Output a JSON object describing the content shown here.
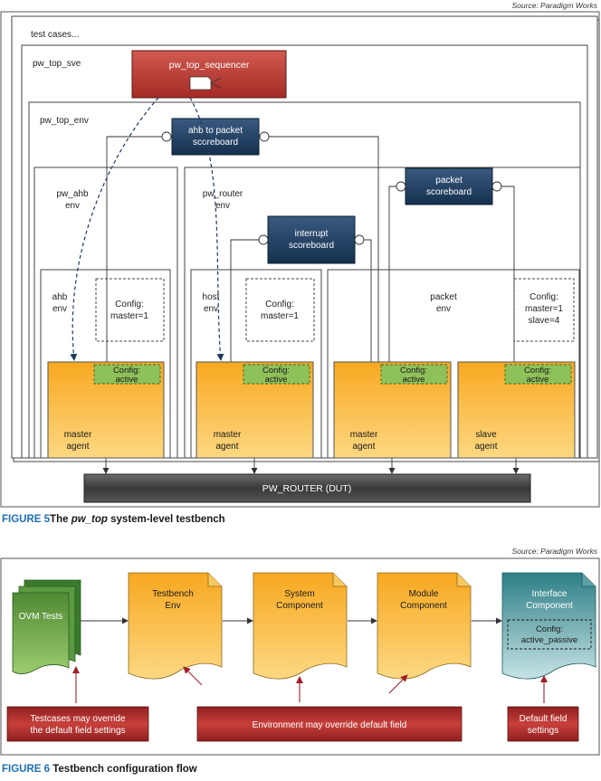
{
  "fig5": {
    "source": "Source: Paradigm Works",
    "caption_label": "FIGURE 5",
    "caption_pre": "The ",
    "caption_em": "pw_top",
    "caption_post": " system-level testbench",
    "test_cases": "test cases...",
    "top_sve": "pw_top_sve",
    "sequencer": "pw_top_sequencer",
    "top_env": "pw_top_env",
    "ahb_sb": [
      "ahb to packet",
      "scoreboard"
    ],
    "ahb_env_outer": [
      "pw_ahb",
      "env"
    ],
    "router_env": [
      "pw_router",
      "env"
    ],
    "packet_sb": [
      "packet",
      "scoreboard"
    ],
    "interrupt_sb": [
      "interrupt",
      "scoreboard"
    ],
    "ahb_env": [
      "ahb",
      "env"
    ],
    "host_env": [
      "host",
      "env"
    ],
    "packet_env": [
      "packet",
      "env"
    ],
    "cfg_master1": [
      "Config:",
      "master=1"
    ],
    "cfg_master1_slave4": [
      "Config:",
      "master=1",
      "slave=4"
    ],
    "cfg_active": [
      "Config:",
      "active"
    ],
    "master_agent": [
      "master",
      "agent"
    ],
    "slave_agent": [
      "slave",
      "agent"
    ],
    "dut": "PW_ROUTER (DUT)"
  },
  "fig6": {
    "source": "Source: Paradigm Works",
    "caption_label": "FIGURE 6",
    "caption_text": " Testbench configuration flow",
    "ovm_tests": "OVM Tests",
    "testbench_env": [
      "Testbench",
      "Env"
    ],
    "system_component": [
      "System",
      "Component"
    ],
    "module_component": [
      "Module",
      "Component"
    ],
    "interface_component": [
      "Interface",
      "Component"
    ],
    "cfg_active_passive": [
      "Config:",
      "active_passive"
    ],
    "note_testcases": [
      "Testcases may override",
      "the default field settings"
    ],
    "note_environment": "Environment may override default field",
    "note_default": [
      "Default field",
      "settings"
    ]
  },
  "colors": {
    "agent_orange": "#f5b53f",
    "dut_gray": "#4a4a4a",
    "scoreboard_navy": "#1e3a5f",
    "sequencer_red": "#b83a36",
    "config_green": "#8fc15a",
    "interface_teal": "#3b8a92"
  }
}
